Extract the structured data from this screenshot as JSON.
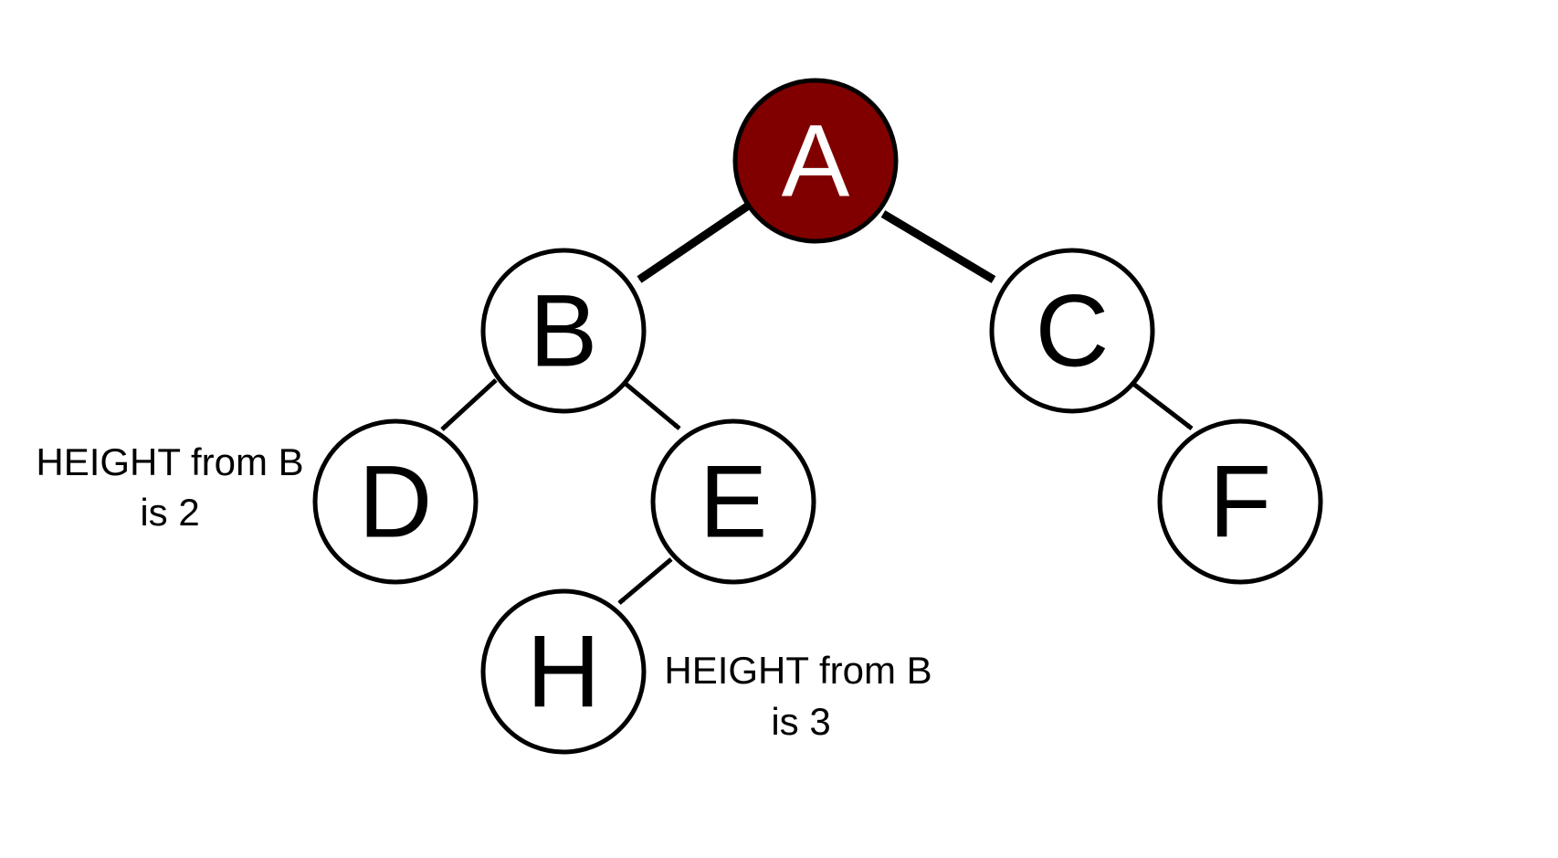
{
  "colors": {
    "highlight_fill": "#800000",
    "highlight_text": "#ffffff",
    "node_fill": "#ffffff",
    "stroke": "#000000"
  },
  "nodes": {
    "A": {
      "label": "A",
      "highlighted": true
    },
    "B": {
      "label": "B"
    },
    "C": {
      "label": "C"
    },
    "D": {
      "label": "D"
    },
    "E": {
      "label": "E"
    },
    "F": {
      "label": "F"
    },
    "H": {
      "label": "H"
    }
  },
  "edges": [
    {
      "from": "A",
      "to": "B"
    },
    {
      "from": "A",
      "to": "C"
    },
    {
      "from": "B",
      "to": "D"
    },
    {
      "from": "B",
      "to": "E"
    },
    {
      "from": "C",
      "to": "F"
    },
    {
      "from": "E",
      "to": "H"
    }
  ],
  "annotations": {
    "height_d": {
      "line1": "HEIGHT from B",
      "line2": "is 2"
    },
    "height_h": {
      "line1": "HEIGHT from B",
      "line2": "is 3"
    }
  }
}
